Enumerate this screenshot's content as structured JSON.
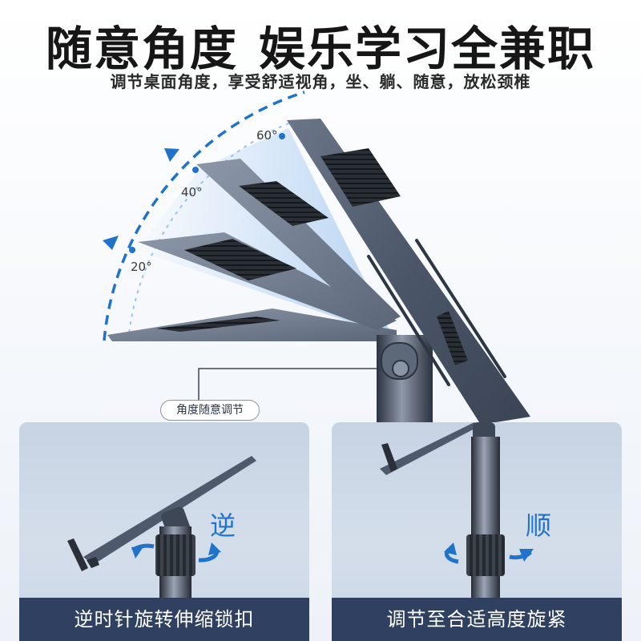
{
  "headline": {
    "part1": "随意角度",
    "part2": "娱乐学习全兼职"
  },
  "subline": "调节桌面角度，享受舒适视角，坐、躺、随意，放松颈椎",
  "angles": [
    "20°",
    "40°",
    "60°"
  ],
  "tag": "角度随意调节",
  "panels": [
    {
      "direction": "逆",
      "caption": "逆时针旋转伸缩锁扣"
    },
    {
      "direction": "顺",
      "caption": "调节至合适高度旋紧"
    }
  ],
  "colors": {
    "accent": "#1f73c8",
    "caption_bg": "#2f4060",
    "metal": "#4a5668"
  },
  "icons": [
    "rotate-counterclockwise-icon",
    "rotate-clockwise-icon",
    "angle-arc-icon"
  ]
}
